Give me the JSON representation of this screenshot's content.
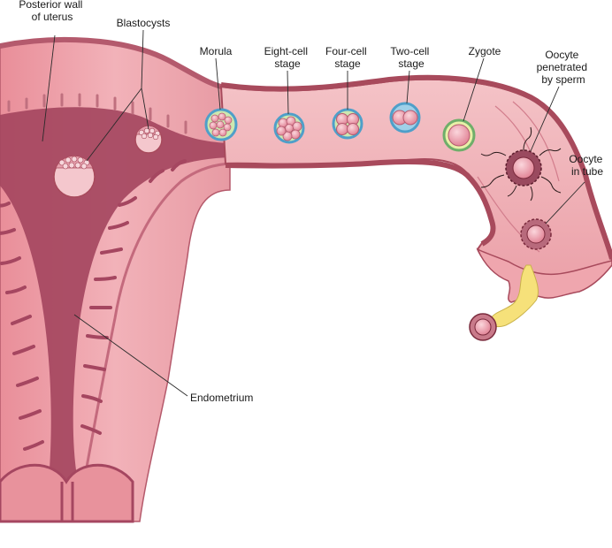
{
  "labels": {
    "posterior_wall": [
      "Posterior wall",
      "of uterus"
    ],
    "blastocysts": "Blastocysts",
    "morula": "Morula",
    "eight_cell": [
      "Eight-cell",
      "stage"
    ],
    "four_cell": [
      "Four-cell",
      "stage"
    ],
    "two_cell": [
      "Two-cell",
      "stage"
    ],
    "zygote": "Zygote",
    "oocyte_penetrated": [
      "Oocyte",
      "penetrated",
      "by sperm"
    ],
    "oocyte_in_tube": [
      "Oocyte",
      "in tube"
    ],
    "endometrium": "Endometrium"
  },
  "colors": {
    "tissue_light": "#f2b6bc",
    "tissue_mid": "#e7939c",
    "wall_dark": "#a84a5c",
    "lumen_dark": "#9a3b50",
    "outline": "#7a2a3c",
    "yolk": "#f3e27a",
    "zona_green": "#6fae6a",
    "zona_blue": "#4f9fc9",
    "cell_pink": "#e98fa0"
  }
}
